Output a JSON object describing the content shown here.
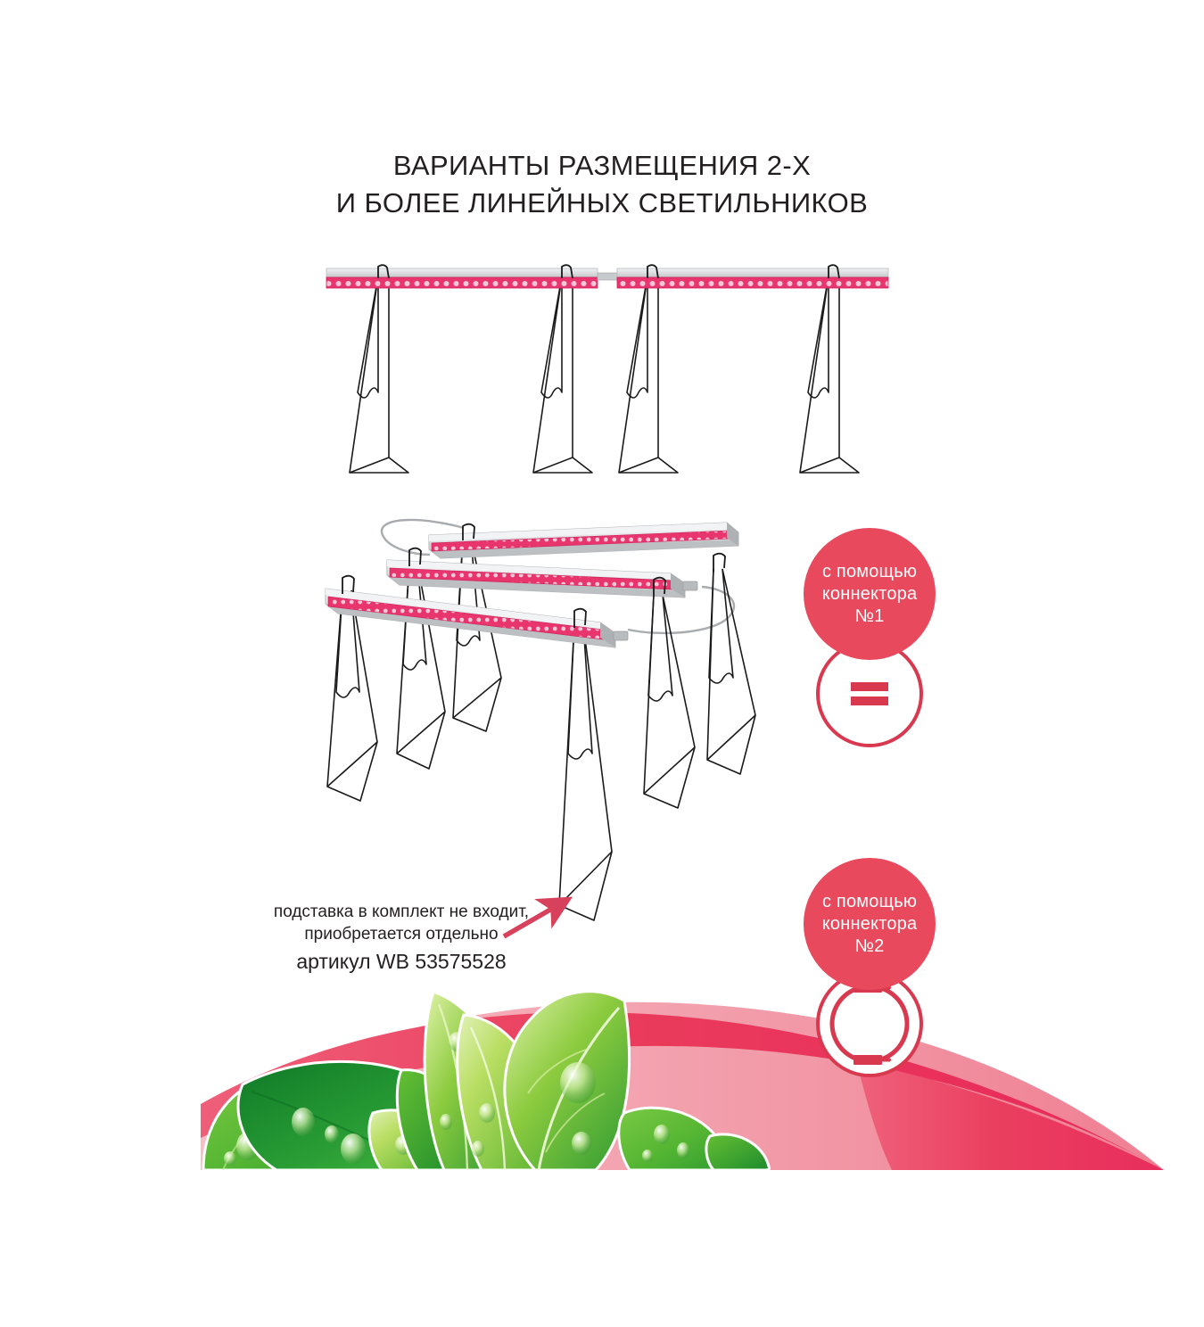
{
  "title": {
    "line1": "ВАРИАНТЫ РАЗМЕЩЕНИЯ 2-Х",
    "line2": "И БОЛЕЕ ЛИНЕЙНЫХ СВЕТИЛЬНИКОВ"
  },
  "badges": [
    {
      "id": "connector-1",
      "line1": "с помощью",
      "line2": "коннектора",
      "line3": "№1",
      "icon": "equals-connector-icon"
    },
    {
      "id": "connector-2",
      "line1": "с помощью",
      "line2": "коннектора",
      "line3": "№2",
      "icon": "cable-loop-connector-icon"
    }
  ],
  "caption": {
    "line1": "подставка в комплект не входит,",
    "line2": "приобретается отдельно",
    "line3": "артикул WB  53575528"
  },
  "colors": {
    "badge_fill": "#e8495c",
    "badge_outline": "#d8394f",
    "lamp_led": "#e8356d",
    "lamp_body": "#d9dbdc",
    "lamp_body_dark": "#b9bcbe",
    "stand_stroke": "#1a1a1a",
    "arrow": "#d8415c",
    "ribbon_dark": "#ea3b5c",
    "ribbon_light": "#f4a0ab",
    "leaf_dark": "#1f8f33",
    "leaf_mid": "#5cb82b",
    "leaf_light": "#a8d94b",
    "title_text": "#231f20"
  },
  "diagrams": {
    "top_row": {
      "name": "two-lamps-end-to-end",
      "lamp_count": 2,
      "stand_count": 4
    },
    "middle": {
      "name": "three-lamps-parallel-perspective",
      "lamp_count": 3,
      "stand_count": 6
    }
  },
  "arrow": {
    "name": "pointer-to-stand"
  }
}
